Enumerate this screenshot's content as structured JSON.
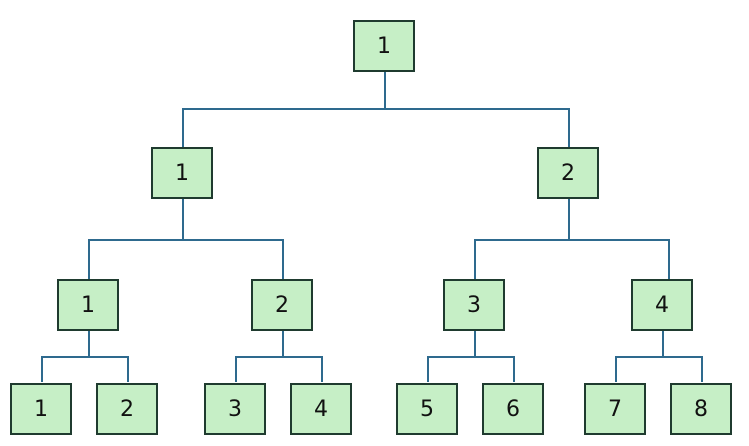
{
  "colors": {
    "node_fill": "#c6efc6",
    "node_border": "#1f3b2f",
    "connector": "#2e6a8e",
    "text": "#111111"
  },
  "tree": {
    "root": {
      "label": "1"
    },
    "level1": [
      {
        "label": "1"
      },
      {
        "label": "2"
      }
    ],
    "level2": [
      {
        "label": "1"
      },
      {
        "label": "2"
      },
      {
        "label": "3"
      },
      {
        "label": "4"
      }
    ],
    "level3": [
      {
        "label": "1"
      },
      {
        "label": "2"
      },
      {
        "label": "3"
      },
      {
        "label": "4"
      },
      {
        "label": "5"
      },
      {
        "label": "6"
      },
      {
        "label": "7"
      },
      {
        "label": "8"
      }
    ]
  }
}
